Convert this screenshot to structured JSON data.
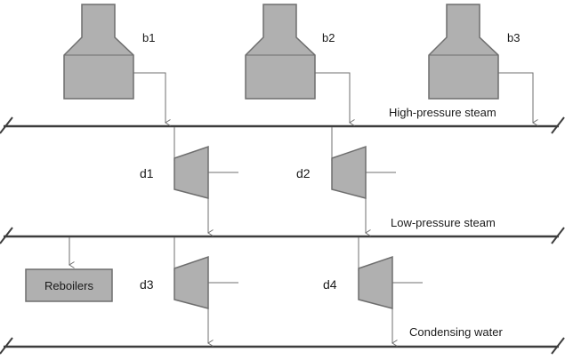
{
  "colors": {
    "line": "#3d3d3d",
    "thin": "#6f6f6f",
    "equipment_fill": "#b0b0b0",
    "equipment_stroke": "#6e6e6e"
  },
  "diagram": {
    "headers": [
      {
        "id": "hp",
        "label": "High-pressure steam"
      },
      {
        "id": "lp",
        "label": "Low-pressure steam"
      },
      {
        "id": "cw",
        "label": "Condensing water"
      }
    ],
    "boilers": [
      {
        "id": "b1",
        "label": "b1"
      },
      {
        "id": "b2",
        "label": "b2"
      },
      {
        "id": "b3",
        "label": "b3"
      }
    ],
    "turbines": [
      {
        "id": "d1",
        "label": "d1"
      },
      {
        "id": "d2",
        "label": "d2"
      },
      {
        "id": "d3",
        "label": "d3"
      },
      {
        "id": "d4",
        "label": "d4"
      }
    ],
    "reboilers": {
      "label": "Reboilers"
    }
  }
}
